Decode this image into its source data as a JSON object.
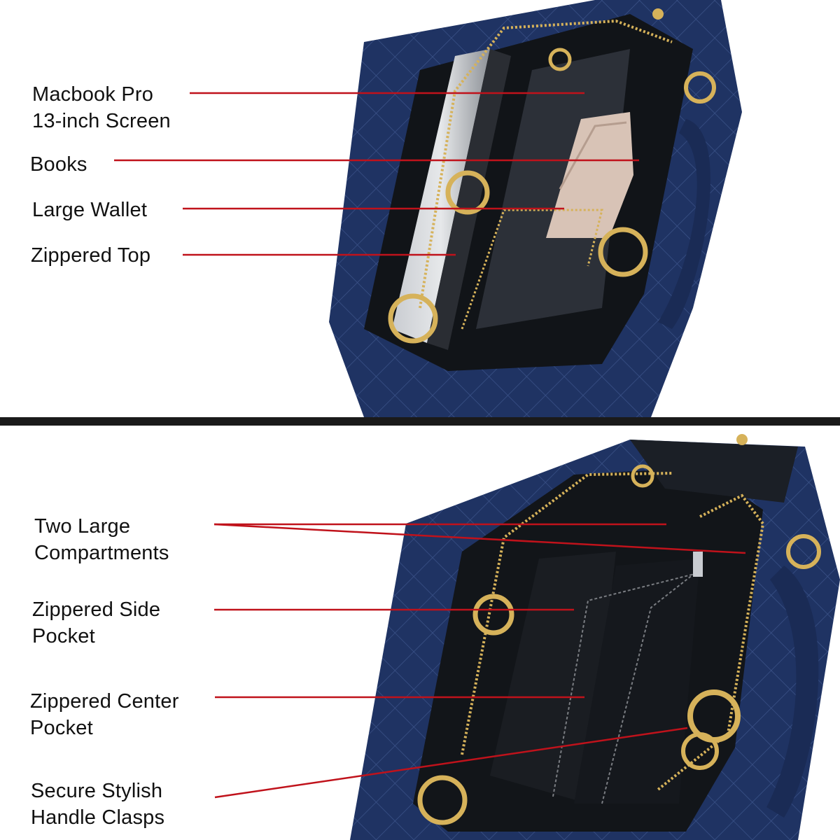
{
  "colors": {
    "accent": "#c0121b",
    "bag_navy": "#1f3363",
    "lining": "#111418",
    "hardware": "#d6b25a",
    "divider": "#1a1a1a"
  },
  "top_panel": {
    "labels": [
      {
        "id": "macbook",
        "text": "Macbook Pro\n13-inch Screen"
      },
      {
        "id": "books",
        "text": "Books"
      },
      {
        "id": "wallet",
        "text": "Large Wallet"
      },
      {
        "id": "zipper-top",
        "text": "Zippered Top"
      }
    ]
  },
  "bottom_panel": {
    "labels": [
      {
        "id": "compartments",
        "text": "Two Large\nCompartments"
      },
      {
        "id": "side-pocket",
        "text": "Zippered Side\nPocket"
      },
      {
        "id": "center-pocket",
        "text": "Zippered Center\nPocket"
      },
      {
        "id": "clasps",
        "text": "Secure Stylish\nHandle Clasps"
      }
    ]
  }
}
